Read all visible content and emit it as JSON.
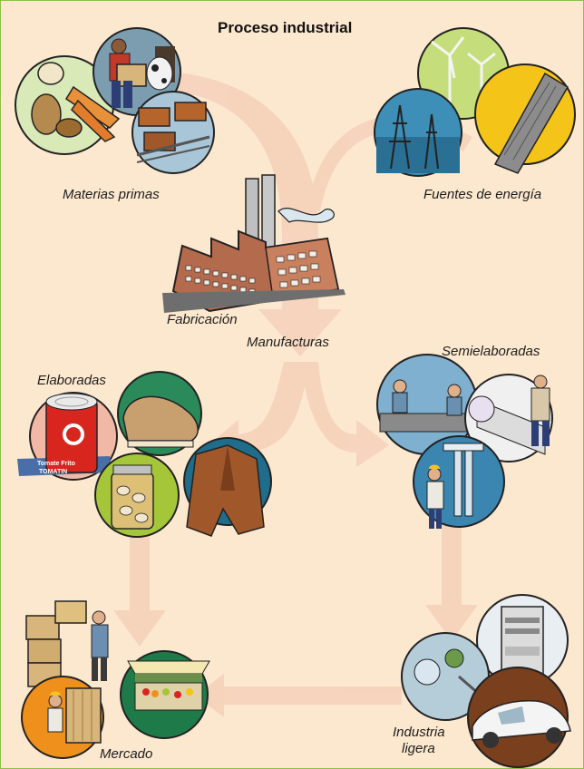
{
  "title": "Proceso industrial",
  "labels": {
    "raw_materials": "Materias primas",
    "energy_sources": "Fuentes de energía",
    "manufacturing": "Fabricación",
    "manufactures": "Manufacturas",
    "finished": "Elaboradas",
    "semi_finished": "Semielaboradas",
    "market": "Mercado",
    "light_industry_1": "Industria",
    "light_industry_2": "ligera"
  },
  "product_text": {
    "can_line1": "Tomate Frito",
    "can_line2": "TOMATIN"
  },
  "colors": {
    "background": "#fce8cf",
    "border": "#8fbf4a",
    "arrow": "#f6d3bc"
  }
}
